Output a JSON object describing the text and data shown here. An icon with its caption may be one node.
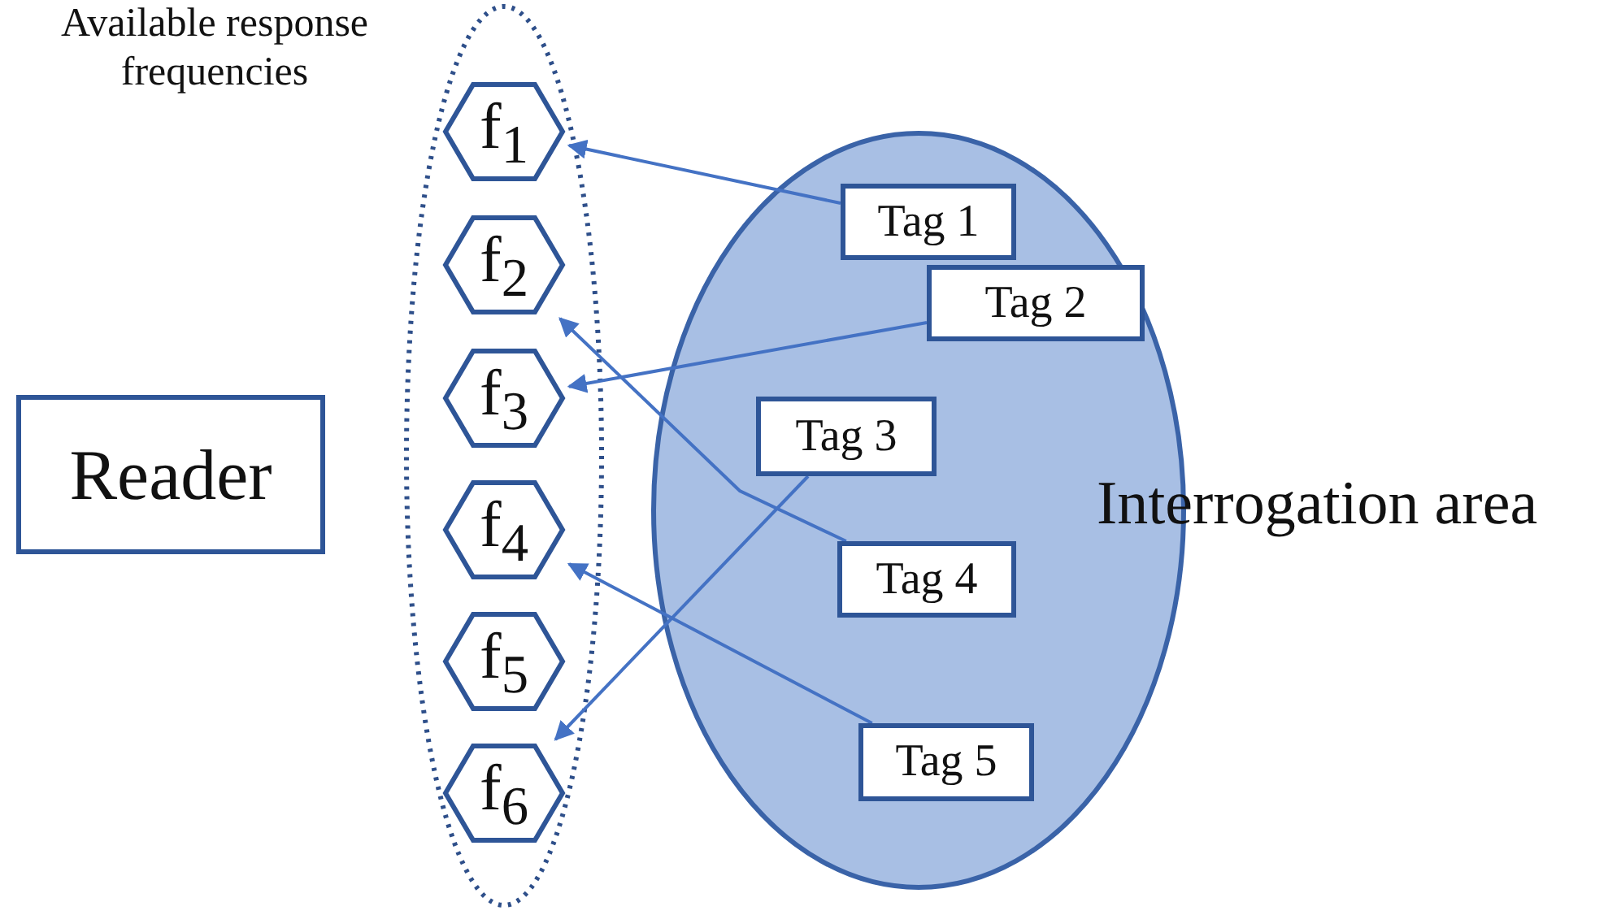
{
  "diagram": {
    "nodes": [
      {
        "text": [
          "Reader"
        ]
      },
      {
        "text": [
          "Available response frequencies"
        ]
      },
      {
        "text": [
          "f$_{1}$"
        ],
        "in": 1
      },
      {
        "text": [
          "f$_{2}$"
        ],
        "in": 1
      },
      {
        "text": [
          "f$_{3}$"
        ],
        "in": 1
      },
      {
        "text": [
          "f$_{4}$"
        ],
        "in": 1
      },
      {
        "text": [
          "f$_{5}$"
        ],
        "in": 1
      },
      {
        "text": [
          "f$_{6}$"
        ],
        "in": 1
      },
      {
        "text": [
          "Interrogation area"
        ]
      },
      {
        "text": [
          "Tag 1"
        ],
        "in": 8
      },
      {
        "text": [
          "Tag 2"
        ],
        "in": 8
      },
      {
        "text": [
          "Tag 3"
        ],
        "in": 8
      },
      {
        "text": [
          "Tag 4"
        ],
        "in": 8
      },
      {
        "text": [
          "Tag 5"
        ],
        "in": 8
      }
    ],
    "edges": [
      {
        "from": 9,
        "to": 2,
        "arrow": "to"
      },
      {
        "from": 10,
        "to": 4,
        "arrow": "to"
      },
      {
        "from": 12,
        "to": 3,
        "arrow": "to"
      },
      {
        "from": 11,
        "to": 7,
        "arrow": "to"
      },
      {
        "from": 13,
        "to": 5,
        "arrow": "to"
      }
    ]
  }
}
